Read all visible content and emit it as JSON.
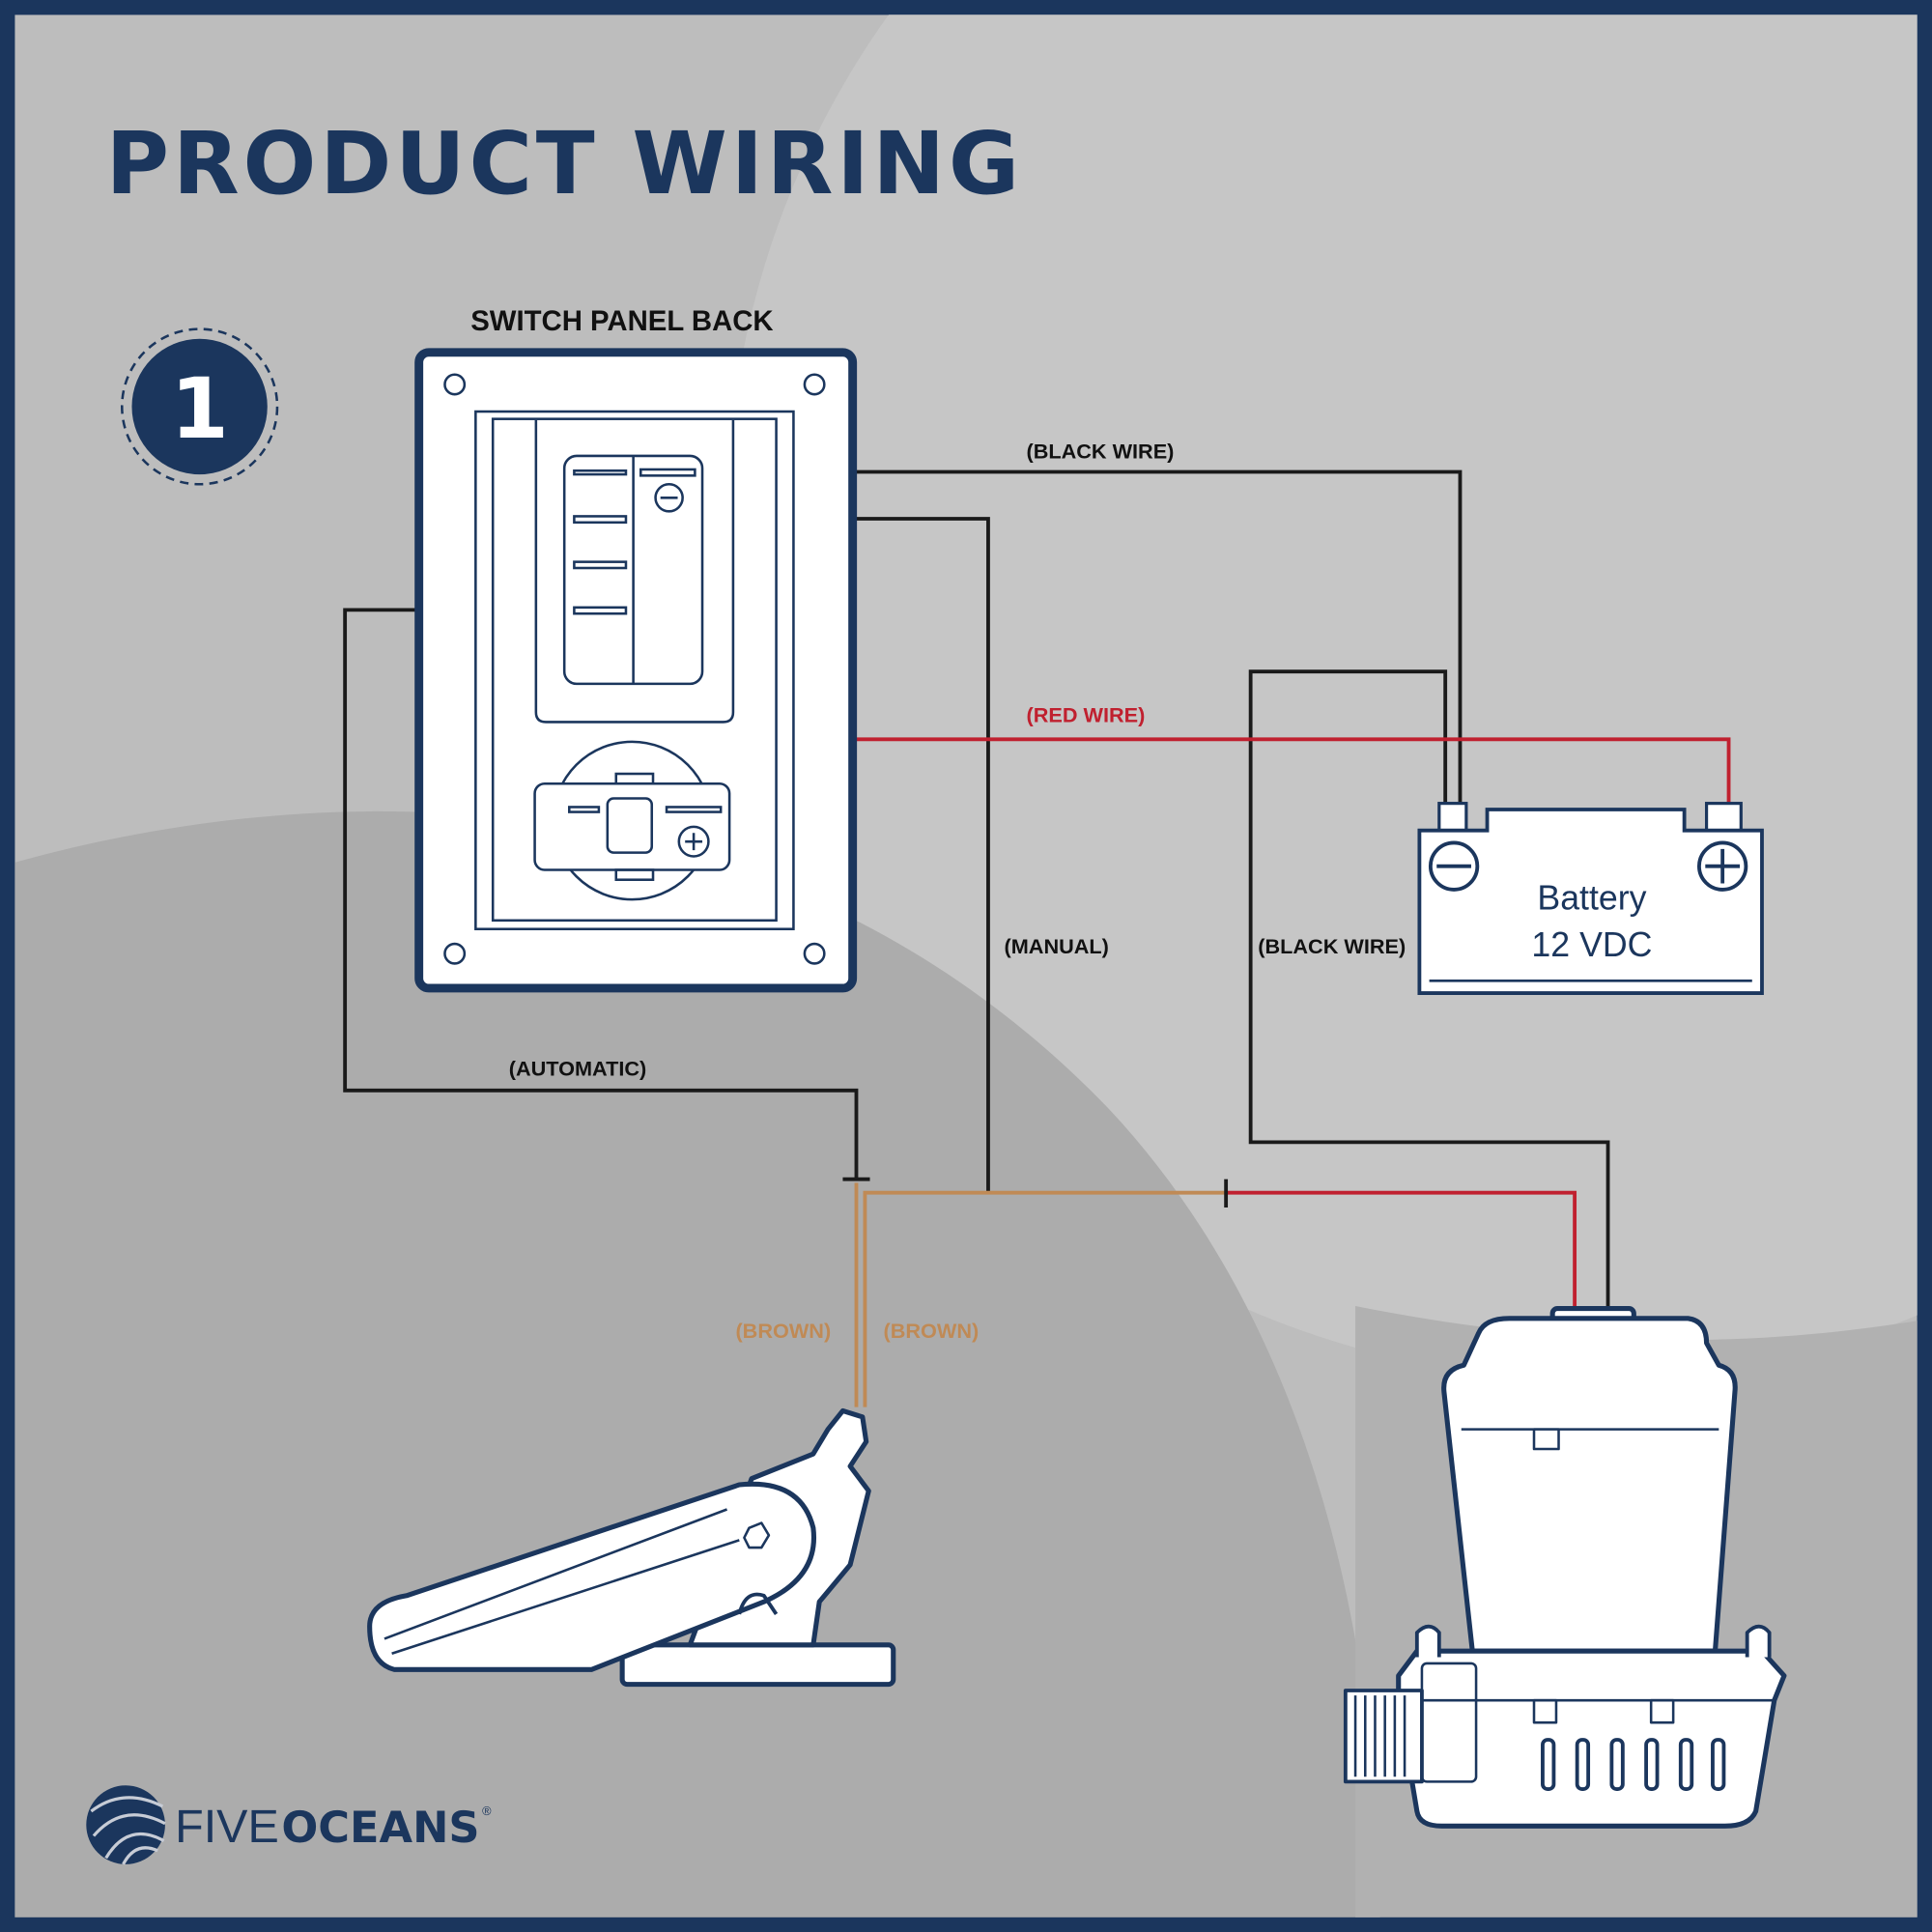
{
  "title": "PRODUCT WIRING",
  "step_number": "1",
  "switch_panel": {
    "label": "SWITCH PANEL BACK"
  },
  "wires": {
    "black_top": "(BLACK WIRE)",
    "red": "(RED WIRE)",
    "manual": "(MANUAL)",
    "black_bottom": "(BLACK WIRE)",
    "automatic": "(AUTOMATIC)",
    "brown_left": "(BROWN)",
    "brown_right": "(BROWN)"
  },
  "battery": {
    "line1": "Battery",
    "line2": "12 VDC"
  },
  "brand": {
    "light": "FIVE",
    "bold": "OCEANS",
    "mark": "®"
  },
  "colors": {
    "navy": "#1b365d",
    "red": "#c0202f",
    "brown": "#c08a55",
    "black": "#1a1a1a"
  }
}
